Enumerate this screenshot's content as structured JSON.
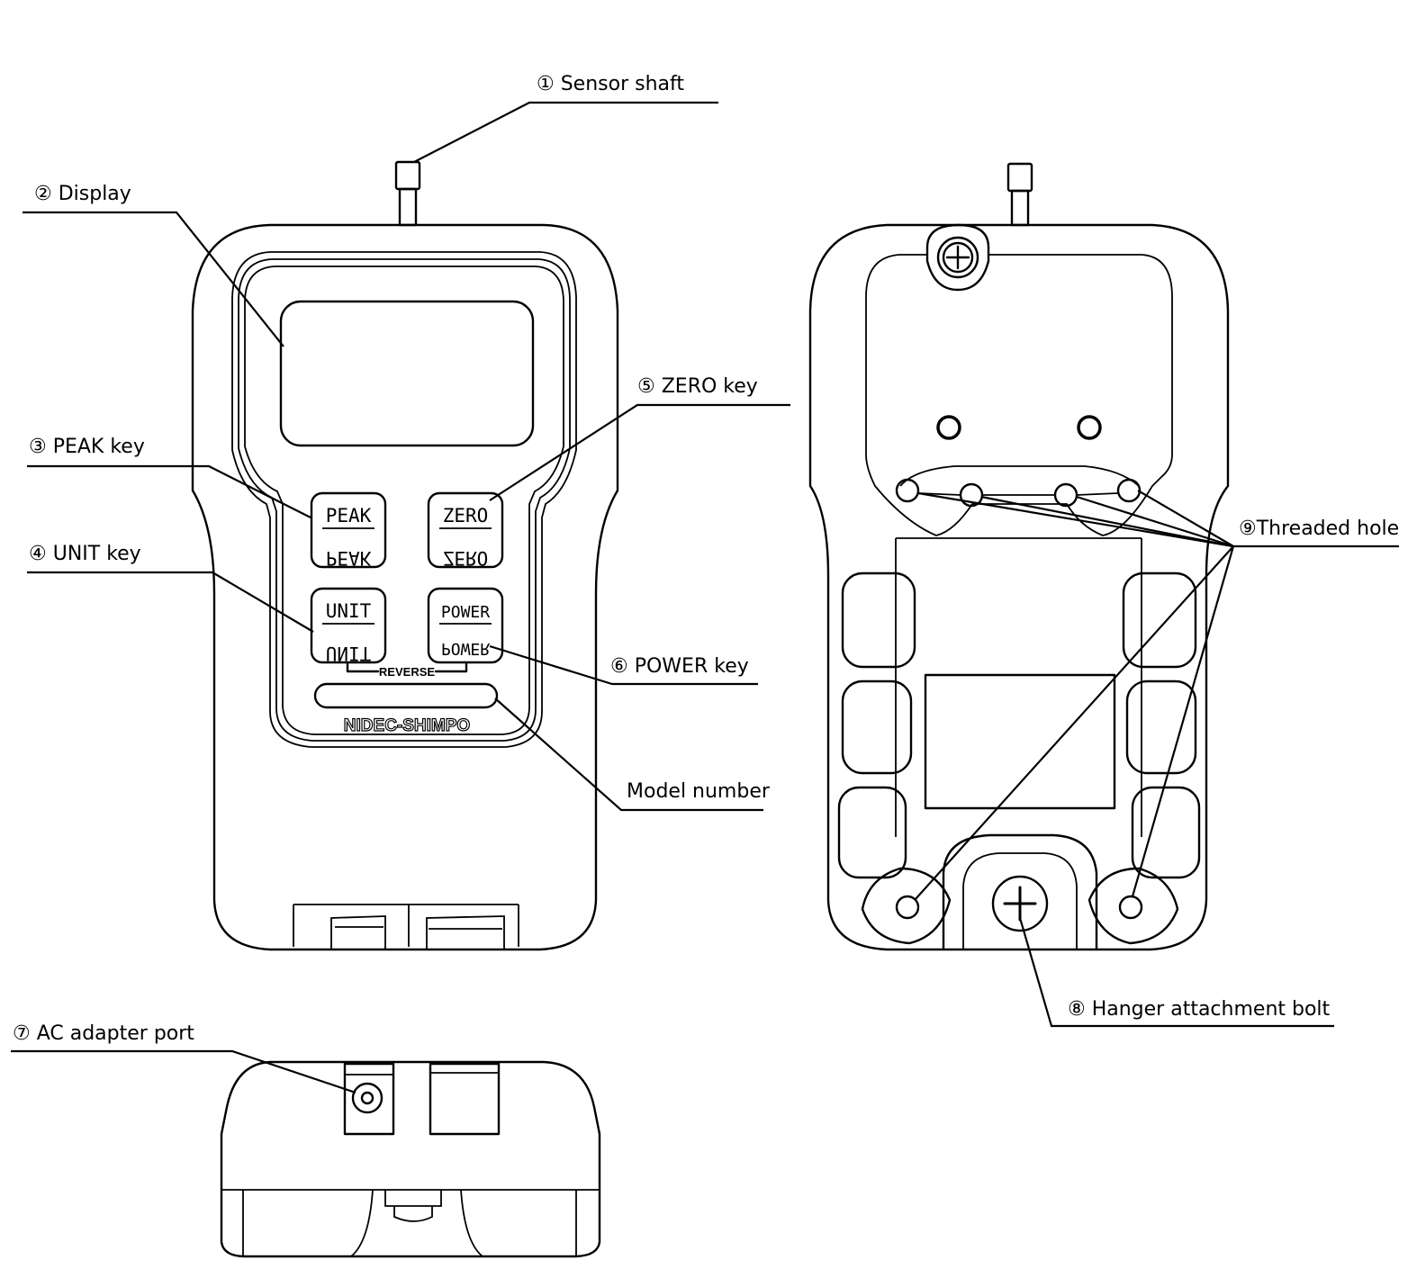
{
  "labels": {
    "sensor_shaft": "① Sensor shaft",
    "display": "② Display",
    "peak_key": "③ PEAK key",
    "unit_key": "④ UNIT key",
    "zero_key": "⑤ ZERO key",
    "power_key": "⑥ POWER key",
    "model_number": "Model number",
    "ac_adapter_port": "⑦ AC adapter port",
    "hanger_bolt": "⑧ Hanger attachment bolt",
    "threaded_hole": "⑨Threaded hole"
  },
  "keys": {
    "peak": "PEAK",
    "zero": "ZERO",
    "unit": "UNIT",
    "power": "POWER",
    "reverse": "REVERSE"
  },
  "brand": "NIDEC-SHIMPO"
}
